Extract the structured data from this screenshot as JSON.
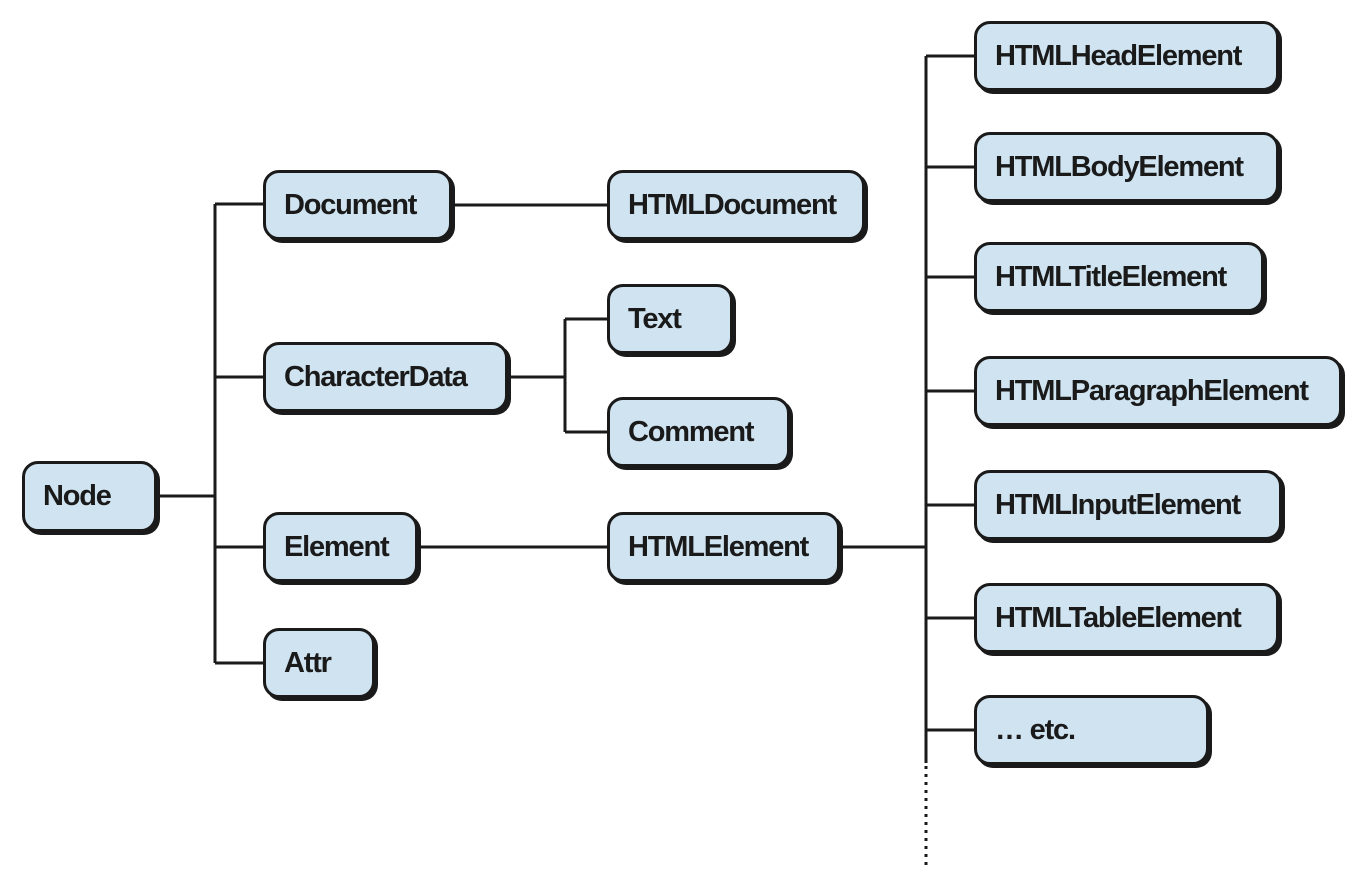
{
  "diagram": {
    "nodes": {
      "node": "Node",
      "document": "Document",
      "html_document": "HTMLDocument",
      "character_data": "CharacterData",
      "text": "Text",
      "comment": "Comment",
      "element": "Element",
      "html_element": "HTMLElement",
      "attr": "Attr",
      "html_head_element": "HTMLHeadElement",
      "html_body_element": "HTMLBodyElement",
      "html_title_element": "HTMLTitleElement",
      "html_paragraph_element": "HTMLParagraphElement",
      "html_input_element": "HTMLInputElement",
      "html_table_element": "HTMLTableElement",
      "etc": "… etc."
    },
    "edges": [
      [
        "node",
        "document"
      ],
      [
        "node",
        "character_data"
      ],
      [
        "node",
        "element"
      ],
      [
        "node",
        "attr"
      ],
      [
        "document",
        "html_document"
      ],
      [
        "character_data",
        "text"
      ],
      [
        "character_data",
        "comment"
      ],
      [
        "element",
        "html_element"
      ],
      [
        "html_element",
        "html_head_element"
      ],
      [
        "html_element",
        "html_body_element"
      ],
      [
        "html_element",
        "html_title_element"
      ],
      [
        "html_element",
        "html_paragraph_element"
      ],
      [
        "html_element",
        "html_input_element"
      ],
      [
        "html_element",
        "html_table_element"
      ],
      [
        "html_element",
        "etc"
      ]
    ],
    "colors": {
      "box_fill": "#cfe3f0",
      "stroke": "#1a1a1a",
      "background": "#ffffff"
    }
  }
}
